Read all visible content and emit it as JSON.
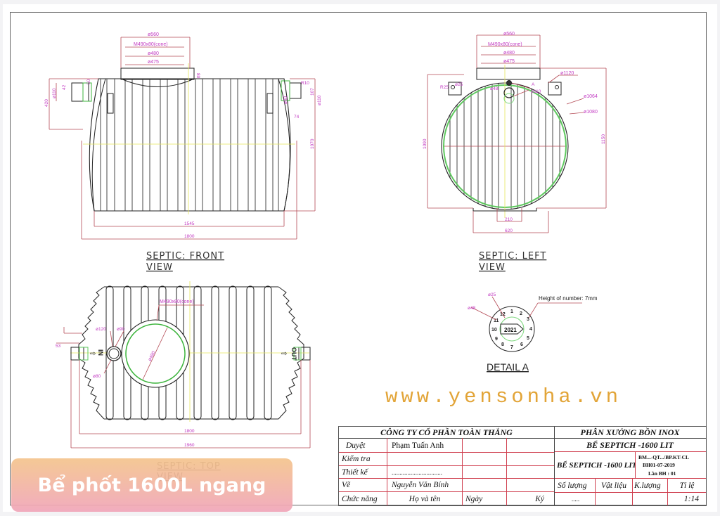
{
  "drawing": {
    "front_view": {
      "label_line1": "SEPTIC:  FRONT",
      "label_line2": "VIEW",
      "dims": {
        "d560": "ø560",
        "cone": "M490x80(cone)",
        "d480": "ø480",
        "d475": "ø475",
        "h80": "80",
        "h50": "50",
        "h42": "42",
        "d110_left": "ø110",
        "h420": "420",
        "r10": "R10",
        "h107": "107",
        "d90": "ø90",
        "d110_right": "ø110",
        "h74": "74",
        "h1070": "1070",
        "w1545": "1545",
        "w1800": "1800"
      }
    },
    "left_view": {
      "label_line1": "SEPTIC:  LEFT",
      "label_line2": "VIEW",
      "dims": {
        "d560": "ø560",
        "cone": "M490x80(cone)",
        "d480": "ø480",
        "d475": "ø475",
        "d1120": "ø1120",
        "r25": "R25",
        "d25": "ø25",
        "d48": "ø48",
        "a_marker": "A",
        "d110": "ø110",
        "d1064": "ø1064",
        "d1080": "ø1080",
        "h1090": "1090",
        "h1150": "1150",
        "w210": "210",
        "w620": "620"
      }
    },
    "top_view": {
      "label_line1": "SEPTIC:  TOP",
      "label_line2": "VIEW",
      "dims": {
        "cone": "M490x80(cone)",
        "d120": "ø120",
        "d90": "ø90",
        "d80": "ø80",
        "d480": "ø480",
        "h53": "53",
        "in_label": "IN",
        "out_label": "OUT",
        "w1800": "1800",
        "w1960": "1960"
      }
    },
    "detail_a": {
      "label": "DETAIL A",
      "d25": "ø25",
      "d48": "ø48",
      "note": "Height of number: 7mm",
      "year": "2021",
      "dial_numbers": [
        "1",
        "2",
        "3",
        "4",
        "5",
        "6",
        "7",
        "8",
        "9",
        "10",
        "11",
        "12"
      ]
    }
  },
  "website": "www.yensonha.vn",
  "banner": {
    "text": "Bể phốt 1600L ngang",
    "color_top": "#f4c48c",
    "color_bottom": "#f0a5b9"
  },
  "title_block": {
    "company": "CÔNG TY CỔ PHẦN TOÀN THẮNG",
    "workshop": "PHÂN XƯỞNG BỒN INOX",
    "product_header": "BỂ SEPTICH -1600 LIT",
    "product_name": "BỂ SEPTICH -1600 LIT",
    "doc_code": "BM...-QT.../BP.KT-CL",
    "doc_date": "BH01-07-2019",
    "revision": "Lần BH : 01",
    "rows": [
      {
        "role": "Duyệt",
        "name": "Phạm Tuấn Anh"
      },
      {
        "role": "Kiểm tra",
        "name": ""
      },
      {
        "role": "Thiết kế",
        "name": "................................"
      },
      {
        "role": "Vẽ",
        "name": "Nguyễn Văn Bính"
      }
    ],
    "footer": {
      "function": "Chức năng",
      "full_name": "Họ và tên",
      "date": "Ngày",
      "sign": "Ký"
    },
    "spec_headers": {
      "quantity": "Số lượng",
      "material": "Vật liệu",
      "weight": "K.lượng",
      "scale": "Tỉ lệ"
    },
    "spec_values": {
      "quantity": ".....",
      "material": "",
      "weight": "",
      "scale": "1:14"
    }
  },
  "colors": {
    "dimension": "#c23ac2",
    "dimension_line": "#b44a55",
    "outline": "#222222",
    "inner_green": "#5ec85e",
    "centerline": "#e6e65a",
    "website": "#e2a437"
  }
}
